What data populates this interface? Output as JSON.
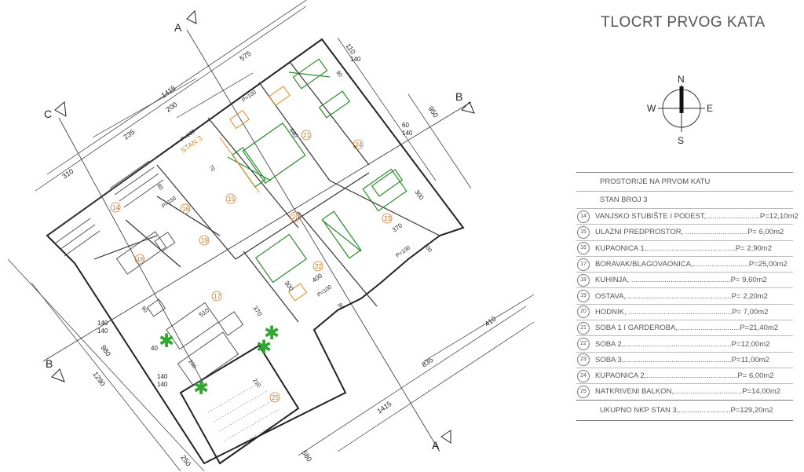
{
  "title": "TLOCRT PRVOG KATA",
  "compass": {
    "n": "N",
    "e": "E",
    "s": "S",
    "w": "W"
  },
  "table": {
    "header": "PROSTORIJE NA PRVOM KATU",
    "apartment": "STAN BROJ 3",
    "rows": [
      {
        "num": "14",
        "text": "VANJSKO STUBIŠTE I PODEST,..........................P=12,10m2"
      },
      {
        "num": "15",
        "text": "ULAZNI PREDPROSTOR, ..............................P= 6,00m2"
      },
      {
        "num": "16",
        "text": "KUPAONICA 1,...........................................P= 2,90m2"
      },
      {
        "num": "17",
        "text": "BORAVAK/BLAGOVAONICA,...........................P=25,00m2"
      },
      {
        "num": "18",
        "text": "KUHINJA, ................................................P= 9,60m2"
      },
      {
        "num": "19",
        "text": "OSTAVA,...................................................P= 2,20m2"
      },
      {
        "num": "20",
        "text": "HODNIK, ..................................................P= 7,00m2"
      },
      {
        "num": "21",
        "text": "SOBA 1 I GARDEROBA,..............................P=21,40m2"
      },
      {
        "num": "22",
        "text": "SOBA 2,....................................................P=12,00m2"
      },
      {
        "num": "23",
        "text": "SOBA 3,....................................................P=11,00m2"
      },
      {
        "num": "24",
        "text": "KUPAONICA 2,............................................P= 6,00m2"
      },
      {
        "num": "25",
        "text": "NATKRIVENI BALKON,.................................P=14,00m2"
      }
    ],
    "total": "UKUPNO NKP STAN 3,.........................P=129,20m2"
  },
  "plan": {
    "sections": {
      "a_top": "A",
      "a_bottom": "A",
      "b_left": "B",
      "b_right": "B",
      "c": "C"
    },
    "apartment_label": "STAN 3",
    "room_numbers": [
      "14",
      "15",
      "16",
      "17",
      "18",
      "19",
      "20",
      "21",
      "22",
      "23",
      "24",
      "25"
    ],
    "dims_outer": [
      "575",
      "1415",
      "200",
      "235",
      "310",
      "110",
      "950",
      "410",
      "835",
      "1415",
      "1290",
      "980",
      "250",
      "580"
    ],
    "dims_inner": [
      "440",
      "300",
      "370",
      "400",
      "300",
      "510",
      "370",
      "140",
      "140",
      "60",
      "140",
      "40",
      "140",
      "140",
      "140"
    ],
    "openings": [
      "P=100",
      "P=100",
      "P=150",
      "P=100",
      "P=100"
    ],
    "door_sizes": [
      "90",
      "80",
      "70",
      "90",
      "80",
      "200",
      "210",
      "100"
    ]
  }
}
